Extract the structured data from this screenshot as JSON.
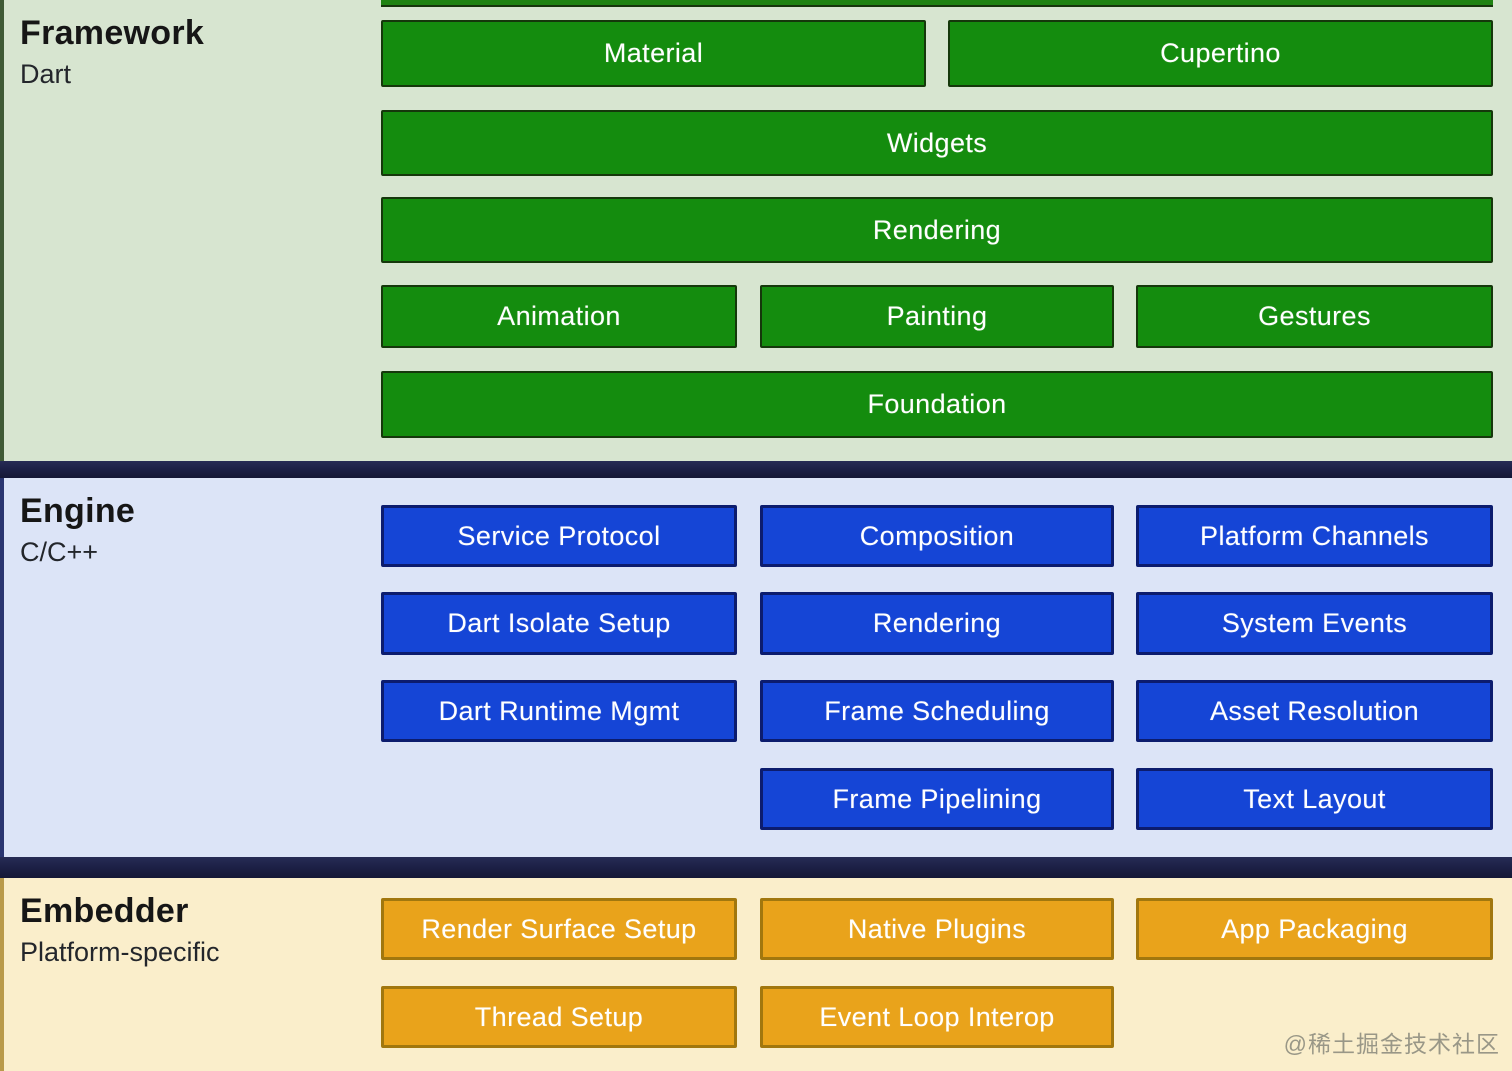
{
  "framework": {
    "title": "Framework",
    "subtitle": "Dart",
    "buttons": {
      "material": "Material",
      "cupertino": "Cupertino",
      "widgets": "Widgets",
      "rendering": "Rendering",
      "animation": "Animation",
      "painting": "Painting",
      "gestures": "Gestures",
      "foundation": "Foundation"
    }
  },
  "engine": {
    "title": "Engine",
    "subtitle": "C/C++",
    "buttons": {
      "service_protocol": "Service Protocol",
      "composition": "Composition",
      "platform_channels": "Platform Channels",
      "dart_isolate_setup": "Dart Isolate Setup",
      "rendering": "Rendering",
      "system_events": "System Events",
      "dart_runtime_mgmt": "Dart Runtime Mgmt",
      "frame_scheduling": "Frame Scheduling",
      "asset_resolution": "Asset Resolution",
      "frame_pipelining": "Frame Pipelining",
      "text_layout": "Text Layout"
    }
  },
  "embedder": {
    "title": "Embedder",
    "subtitle": "Platform-specific",
    "buttons": {
      "render_surface_setup": "Render Surface Setup",
      "native_plugins": "Native Plugins",
      "app_packaging": "App Packaging",
      "thread_setup": "Thread Setup",
      "event_loop_interop": "Event Loop Interop"
    }
  },
  "watermark": "@稀土掘金技术社区",
  "colors": {
    "framework_bg": "#d7e5d0",
    "green_block": "#148c0e",
    "engine_bg": "#dce4f7",
    "blue_block": "#1545d6",
    "embedder_bg": "#faeecb",
    "orange_block": "#e9a31b",
    "separator": "#1d2147"
  }
}
